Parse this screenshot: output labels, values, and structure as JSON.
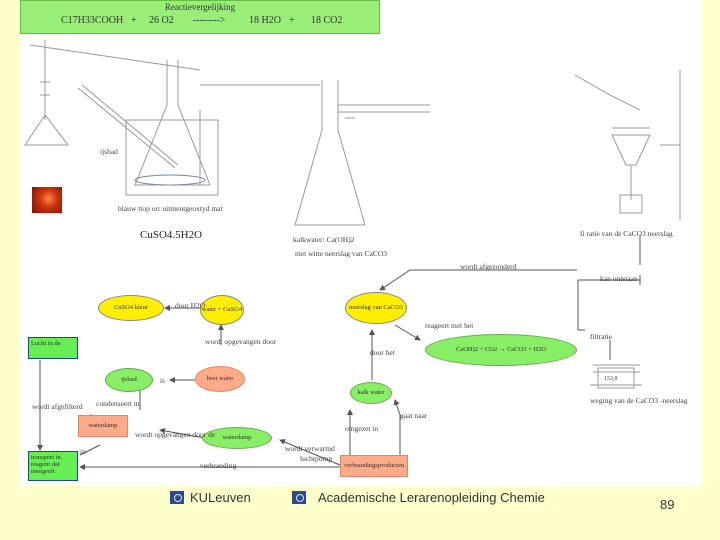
{
  "equation": {
    "title": "Reactievergelijking",
    "reactant": "C17H33COOH",
    "plus1": "+",
    "o2": "26 O2",
    "arrow": "-------->",
    "h2o": "18 H2O",
    "plus2": "+",
    "co2": "18 CO2"
  },
  "apparatus": {
    "ijsbad": "ijsbad",
    "blauw": "blauw ttop orr uitmentgeoxtyd mat",
    "cuso": "CuSO4.5H2O",
    "kalkwater": "kalkwater: Ca(OH)2",
    "neerslag": "met witte neerslag van CaCO3",
    "filtratie": "fi ratie van de CaCO3 neerslag",
    "weging": "weging van de CaCO3 -neerslag",
    "weegschaal": "153,8"
  },
  "flow": {
    "nodes": {
      "kleur": "CuSO4 kleur",
      "water_cuso": "water + CuSO4",
      "neerslag_caco3": "neerslag van CaCO3",
      "reactie": "CaOH)2 + CO2 → CaCO3 + H2O",
      "lucht": "Lucht in de",
      "ijsbad": "ijsbad",
      "heet": "heet water",
      "kalk": "kalk water",
      "stoffen": "verbrandingsproducten",
      "waterdamp": "waterdamp",
      "transport": "transport in reagent dat meegeeft"
    },
    "labels": {
      "door_h2o": "door H2O",
      "wordt_afgezonderd": "wordt afgezonderd",
      "wordt_opgevangen": "wordt opgevangen door",
      "condenseert_in": "condenseert in",
      "wordt_opgevangen2": "wordt opgevangen door de",
      "reageert_met": "reageert met het",
      "kan_ontstaan": "kan ontstaan",
      "filtratie": "filtratie",
      "door_het": "door het",
      "wordt_afgefilterd": "wordt afgefilterd",
      "omgezet_in": "omgezet in",
      "gaat_naar": "gaat naar",
      "wordt_verwarmd": "wordt verwarmd",
      "verbranding": "verbranding",
      "is": "is",
      "luchtpomp": "luchtpomp",
      "in": "in"
    }
  },
  "footer": {
    "university": "KULeuven",
    "program": "Academische Lerarenopleiding Chemie",
    "page": "89"
  }
}
